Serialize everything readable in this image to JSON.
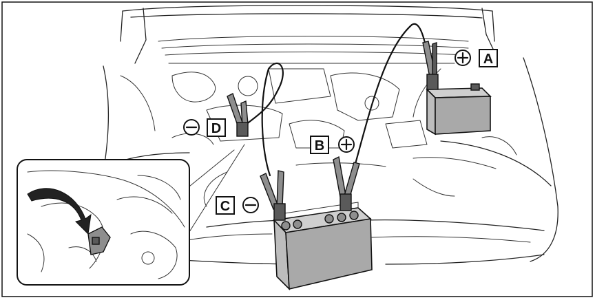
{
  "labels": {
    "a": "A",
    "b": "B",
    "c": "C",
    "d": "D"
  },
  "colors": {
    "battery": "#bdbdbd",
    "clamp": "#8e8e8e",
    "outline": "#111111"
  },
  "icons": {
    "positive": "plus-circle-icon",
    "negative": "minus-circle-icon",
    "pointer": "arrow-icon"
  }
}
